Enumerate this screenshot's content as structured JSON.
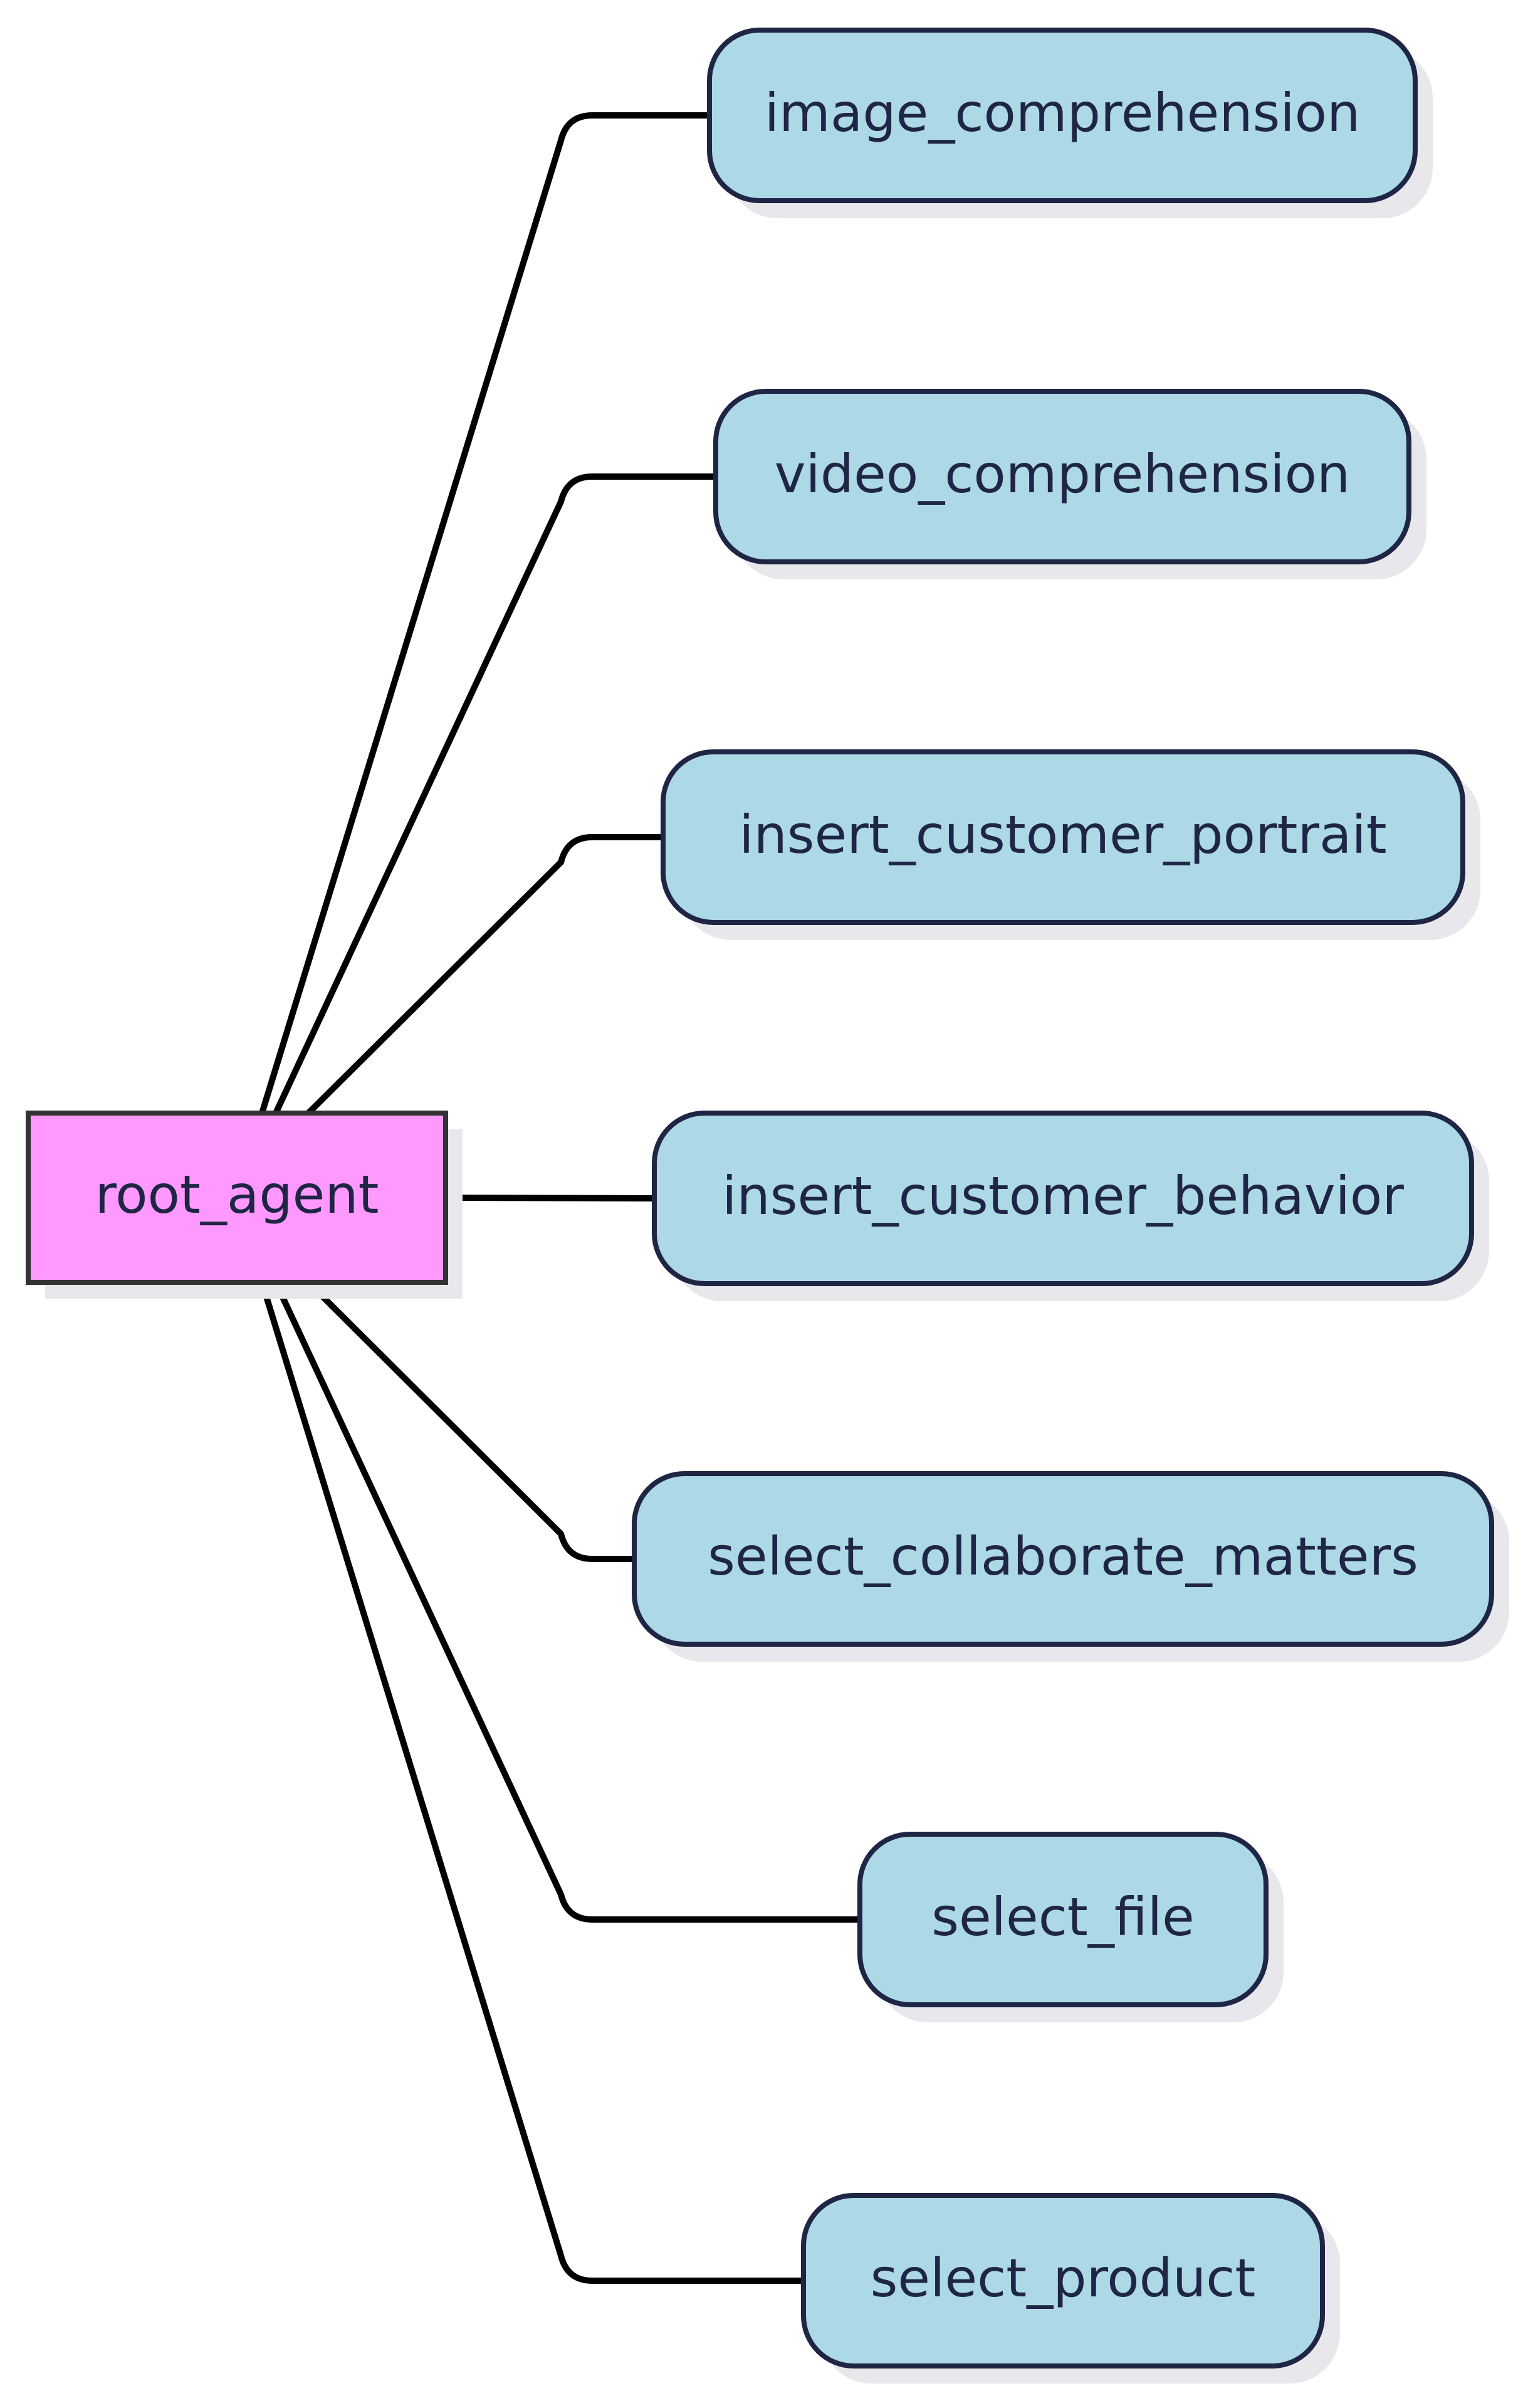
{
  "diagram": {
    "root": {
      "label": "root_agent",
      "fill": "#ff99ff",
      "stroke": "#333333"
    },
    "children": [
      {
        "label": "image_comprehension"
      },
      {
        "label": "video_comprehension"
      },
      {
        "label": "insert_customer_portrait"
      },
      {
        "label": "insert_customer_behavior"
      },
      {
        "label": "select_collaborate_matters"
      },
      {
        "label": "select_file"
      },
      {
        "label": "select_product"
      }
    ],
    "child_style": {
      "fill": "#add8e6",
      "stroke": "#1f2544"
    },
    "edge_color": "#000000",
    "text_color": "#1f2544",
    "shadow_color": "#e8e8ec"
  }
}
